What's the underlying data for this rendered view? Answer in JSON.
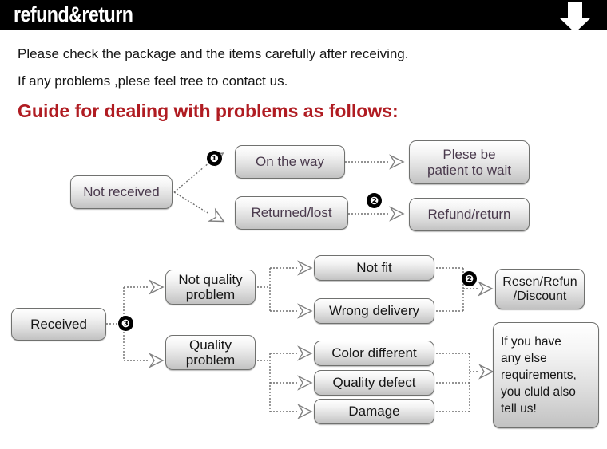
{
  "header": {
    "title": "refund&return",
    "arrow_icon": "down-arrow-icon"
  },
  "intro": {
    "line1": "Please check the package and the items carefully after receiving.",
    "line2": "If any problems ,plese feel tree to contact us.",
    "heading": "Guide for dealing with problems as follows:"
  },
  "colors": {
    "header_bg": "#000000",
    "header_text": "#ffffff",
    "heading_red": "#b01c22",
    "body_text": "#161616",
    "node_text_purple": "#4a3a4d",
    "node_text_black": "#151515",
    "node_border": "#70716f",
    "step_badge_bg": "#000000"
  },
  "flow_not_received": {
    "start": "Not received",
    "steps": [
      {
        "badge": "❶",
        "middle": "On the way",
        "badge2": "",
        "end": "Plese be\npatient to wait"
      },
      {
        "badge": "",
        "middle": "Returned/lost",
        "badge2": "❷",
        "end": "Refund/return"
      }
    ],
    "nodes": {
      "not_received": "Not received",
      "on_the_way": "On the way",
      "returned_lost": "Returned/lost",
      "plese_be_patient_l1": "Plese be",
      "plese_be_patient_l2": "patient to wait",
      "refund_return": "Refund/return"
    },
    "badges": {
      "one": "❶",
      "two": "❷"
    }
  },
  "flow_received": {
    "nodes": {
      "received": "Received",
      "not_quality_problem_l1": "Not quality",
      "not_quality_problem_l2": "problem",
      "quality_problem_l1": "Quality",
      "quality_problem_l2": "problem",
      "not_fit": "Not fit",
      "wrong_delivery": "Wrong delivery",
      "color_different": "Color different",
      "quality_defect": "Quality defect",
      "damage": "Damage",
      "resend_l1": "Resen/Refun",
      "resend_l2": "/Discount",
      "anything_else_l1": "If you have",
      "anything_else_l2": "any else",
      "anything_else_l3": "requirements,",
      "anything_else_l4": "you cluld also",
      "anything_else_l5": "tell us!"
    },
    "badges": {
      "three": "❸",
      "two": "❷"
    }
  }
}
